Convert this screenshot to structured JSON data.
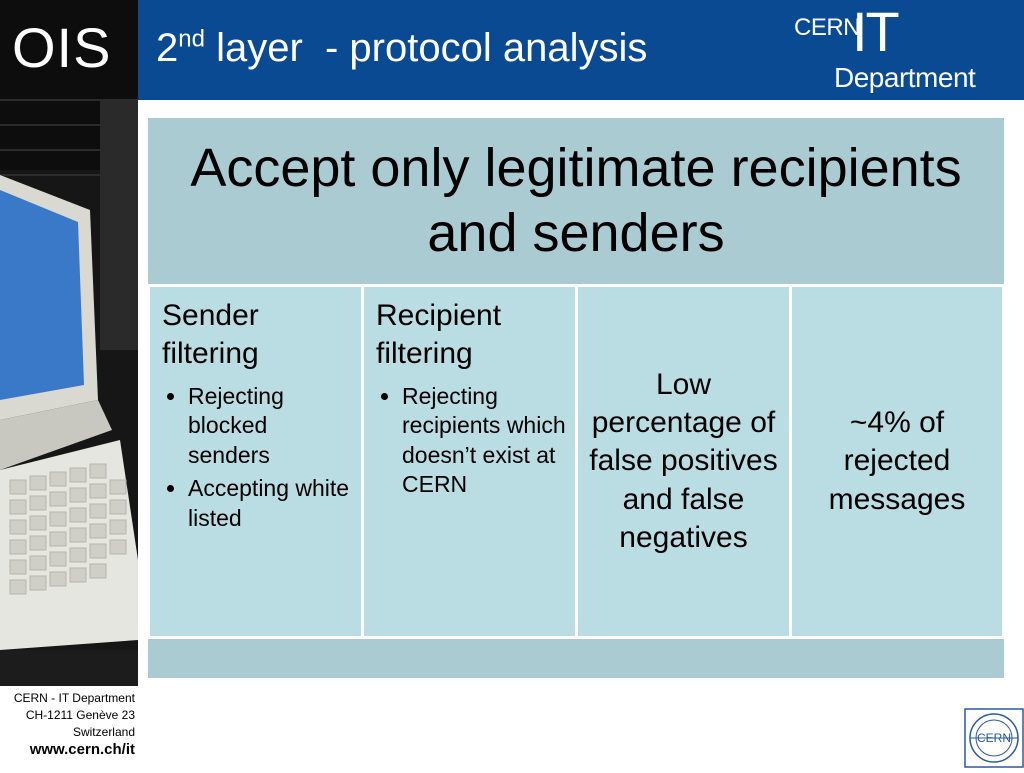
{
  "header": {
    "section_label": "OIS",
    "title_ordinal": "2",
    "title_ordinal_suffix": "nd",
    "title_rest": " layer  - protocol analysis",
    "logo": {
      "cern": "CERN",
      "it": "IT",
      "department": "Department"
    }
  },
  "table": {
    "heading": "Accept only legitimate recipients and senders",
    "columns": [
      {
        "title": "Sender filtering",
        "bullets": [
          "Rejecting blocked senders",
          "Accepting white listed"
        ]
      },
      {
        "title": "Recipient filtering",
        "bullets": [
          "Rejecting recipients which doesn’t exist at CERN"
        ]
      },
      {
        "text": "Low percentage of false positives and false negatives"
      },
      {
        "text": "~4% of rejected messages"
      }
    ]
  },
  "footer": {
    "line1": "CERN - IT Department",
    "line2": "CH-1211 Genève 23",
    "line3": "Switzerland",
    "url": "www.cern.ch/it",
    "logo_text": "CERN"
  },
  "colors": {
    "header_blue": "#0a4a93",
    "table_header": "#a9cbd1",
    "table_cell": "#b9dde2"
  }
}
